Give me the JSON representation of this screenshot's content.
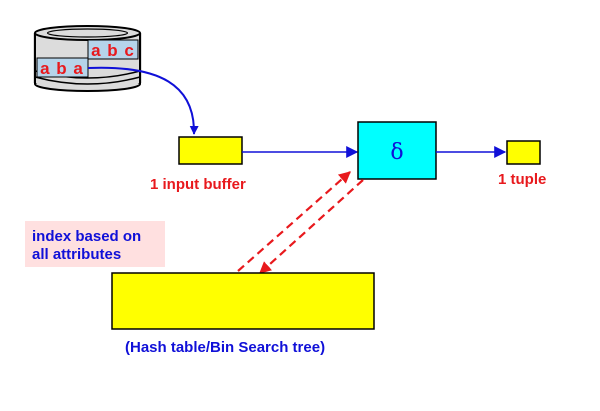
{
  "disk": {
    "row1": "a b c",
    "row2": "a b a"
  },
  "labels": {
    "input_buffer": "1 input buffer",
    "operator": "δ",
    "output": "1 tuple",
    "index_line1": "index based on",
    "index_line2": "all attributes",
    "hash_table": "(Hash table/Bin Search tree)"
  },
  "colors": {
    "yellow": "#ffff00",
    "cyan": "#00ffff",
    "red": "#e8191d",
    "blue": "#1010d8",
    "pink": "#ffe0e0",
    "disk_fill": "#dcdcdc",
    "record_fill": "#b6d4ea"
  }
}
